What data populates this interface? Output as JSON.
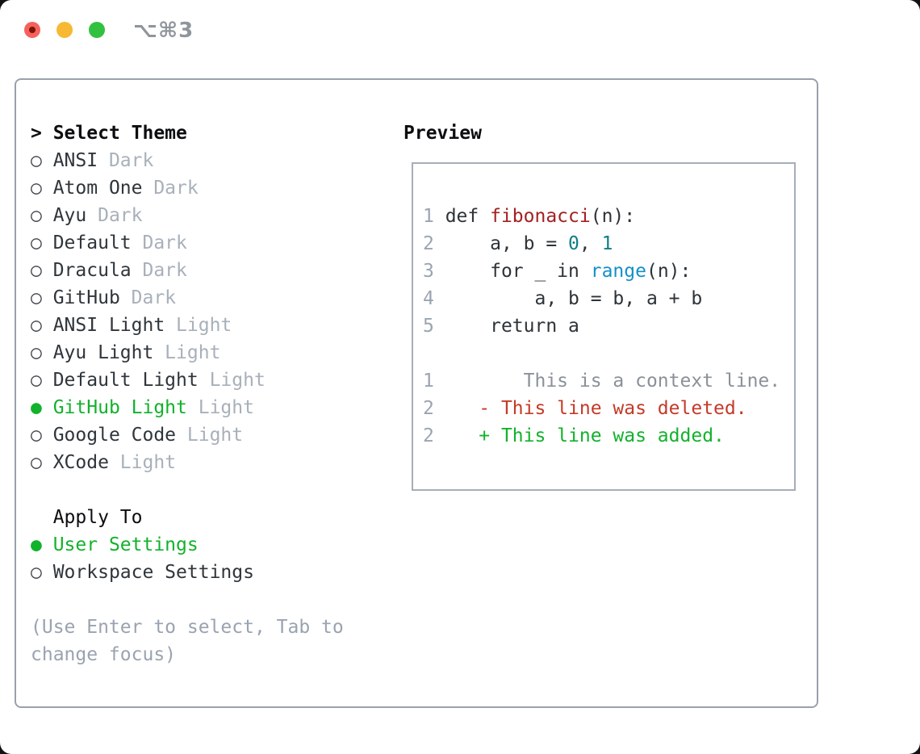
{
  "colors": {
    "traffic-red": "#f5615c",
    "traffic-red-dot": "#7c1208",
    "traffic-yellow": "#f7b832",
    "traffic-green": "#31c13f",
    "title-gray": "#8f959c",
    "window-border": "#99a1ad",
    "preview-border": "#a6aeb8",
    "accent-green": "#12b22c",
    "text-strong": "#0b0d0f",
    "text-main": "#2f353b",
    "text-muted": "#a8b0ba",
    "text-help": "#9aa3b0",
    "radio-ring": "#40464d",
    "line-num": "#9aa5b2",
    "code-fg": "#2d3338",
    "code-func-red": "#a32022",
    "code-num-teal": "#0f7e86",
    "code-builtin-blue": "#1590cb",
    "diff-context": "#8b9199",
    "diff-deleted": "#c43a28",
    "diff-added": "#12b22c"
  },
  "window": {
    "title": "⌥⌘3"
  },
  "glyphs": {
    "prompt": ">",
    "radio": "○",
    "radio_selected": "●"
  },
  "theme_panel": {
    "header": "Select Theme",
    "items": [
      {
        "name": "ANSI",
        "variant": "Dark",
        "selected": false
      },
      {
        "name": "Atom One",
        "variant": "Dark",
        "selected": false
      },
      {
        "name": "Ayu",
        "variant": "Dark",
        "selected": false
      },
      {
        "name": "Default",
        "variant": "Dark",
        "selected": false
      },
      {
        "name": "Dracula",
        "variant": "Dark",
        "selected": false
      },
      {
        "name": "GitHub",
        "variant": "Dark",
        "selected": false
      },
      {
        "name": "ANSI Light",
        "variant": "Light",
        "selected": false
      },
      {
        "name": "Ayu Light",
        "variant": "Light",
        "selected": false
      },
      {
        "name": "Default Light",
        "variant": "Light",
        "selected": false
      },
      {
        "name": "GitHub Light",
        "variant": "Light",
        "selected": true
      },
      {
        "name": "Google Code",
        "variant": "Light",
        "selected": false
      },
      {
        "name": "XCode",
        "variant": "Light",
        "selected": false
      }
    ],
    "apply_header": "Apply To",
    "apply_items": [
      {
        "name": "User Settings",
        "selected": true
      },
      {
        "name": "Workspace Settings",
        "selected": false
      }
    ],
    "help_lines": [
      "(Use Enter to select, Tab to",
      "change focus)"
    ]
  },
  "preview": {
    "title": "Preview",
    "code_lines": [
      {
        "segments": [
          {
            "t": "1 ",
            "c": "num"
          },
          {
            "t": "def ",
            "c": "fg"
          },
          {
            "t": "fibonacci",
            "c": "func"
          },
          {
            "t": "(n):",
            "c": "fg"
          }
        ]
      },
      {
        "segments": [
          {
            "t": "2 ",
            "c": "num"
          },
          {
            "t": "    a, b = ",
            "c": "fg"
          },
          {
            "t": "0",
            "c": "lit"
          },
          {
            "t": ", ",
            "c": "fg"
          },
          {
            "t": "1",
            "c": "lit"
          }
        ]
      },
      {
        "segments": [
          {
            "t": "3 ",
            "c": "num"
          },
          {
            "t": "    for _ in ",
            "c": "fg"
          },
          {
            "t": "range",
            "c": "builtin"
          },
          {
            "t": "(n):",
            "c": "fg"
          }
        ]
      },
      {
        "segments": [
          {
            "t": "4 ",
            "c": "num"
          },
          {
            "t": "        a, b = b, a + b",
            "c": "fg"
          }
        ]
      },
      {
        "segments": [
          {
            "t": "5 ",
            "c": "num"
          },
          {
            "t": "    return a",
            "c": "fg"
          }
        ]
      },
      {
        "segments": []
      },
      {
        "segments": [
          {
            "t": "1",
            "c": "num"
          },
          {
            "t": "        ",
            "c": "num"
          },
          {
            "t": "This is a context line.",
            "c": "ctx"
          }
        ]
      },
      {
        "segments": [
          {
            "t": "2",
            "c": "num"
          },
          {
            "t": "    ",
            "c": "num"
          },
          {
            "t": "- This line was deleted.",
            "c": "del"
          }
        ]
      },
      {
        "segments": [
          {
            "t": "2",
            "c": "num"
          },
          {
            "t": "    ",
            "c": "num"
          },
          {
            "t": "+ This line was added.",
            "c": "add"
          }
        ]
      }
    ]
  }
}
